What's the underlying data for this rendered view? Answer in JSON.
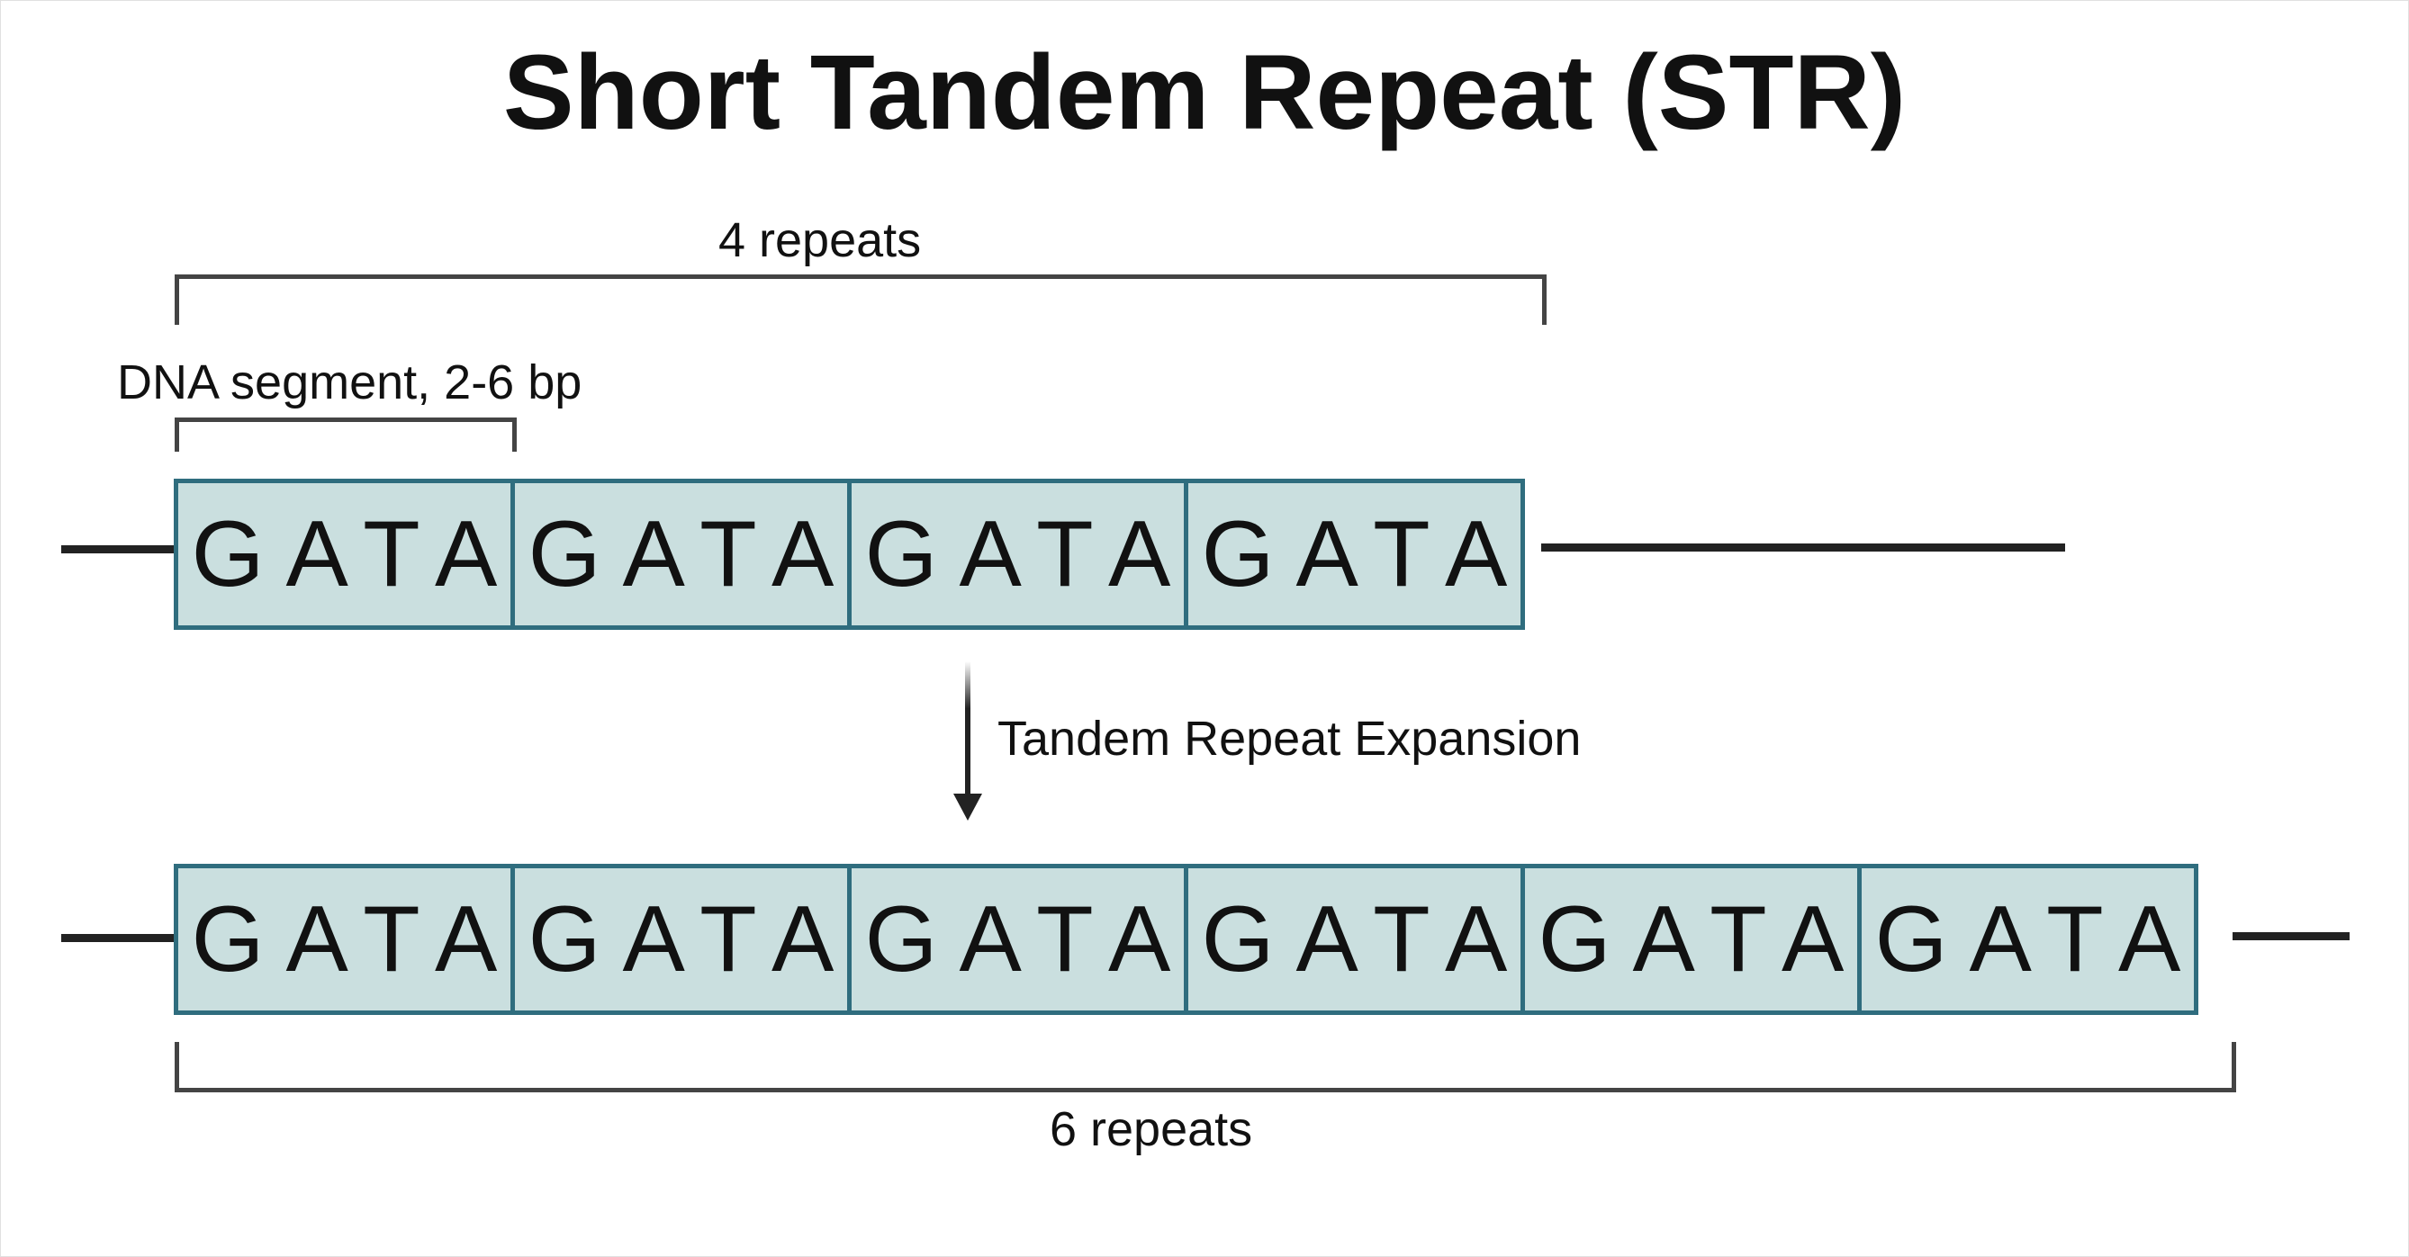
{
  "title": "Short Tandem Repeat (STR)",
  "labels": {
    "top_repeats": "4 repeats",
    "segment": "DNA segment, 2-6 bp",
    "expansion": "Tandem Repeat Expansion",
    "bottom_repeats": "6 repeats"
  },
  "top_strand": {
    "units": [
      "GATA",
      "GATA",
      "GATA",
      "GATA"
    ]
  },
  "bottom_strand": {
    "units": [
      "GATA",
      "GATA",
      "GATA",
      "GATA",
      "GATA",
      "GATA"
    ]
  },
  "colors": {
    "box_fill": "#cadfdf",
    "box_border": "#2f6d7e",
    "line": "#222222",
    "bracket": "#444444"
  },
  "icons": {
    "expansion_arrow": "arrow-down-icon"
  }
}
